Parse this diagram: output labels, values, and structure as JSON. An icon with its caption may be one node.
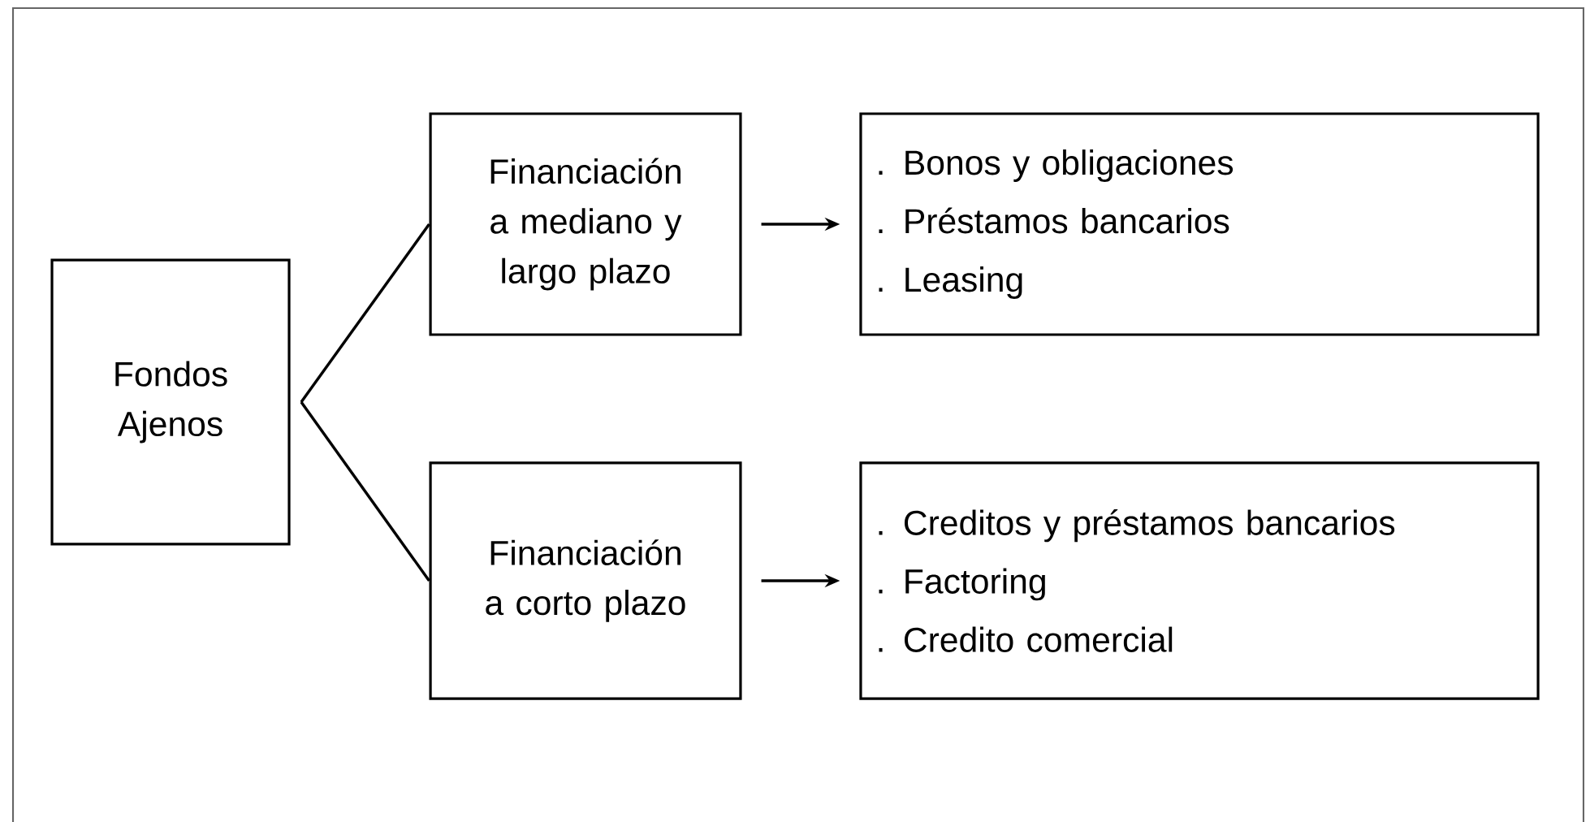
{
  "diagram": {
    "nodes": [
      {
        "text": [
          "Fondos Ajenos"
        ]
      },
      {
        "text": [
          "Financiación a mediano y largo plazo"
        ]
      },
      {
        "text": [
          ". Bonos y obligaciones",
          ". Préstamos bancarios",
          ". Leasing"
        ]
      },
      {
        "text": [
          "Financiación a corto plazo"
        ]
      },
      {
        "text": [
          ". Creditos y préstamos bancarios",
          ". Factoring",
          ". Credito comercial"
        ]
      }
    ],
    "edges": [
      {
        "from": 0,
        "to": 1,
        "arrow": "none"
      },
      {
        "from": 0,
        "to": 3,
        "arrow": "none"
      },
      {
        "from": 1,
        "to": 2,
        "arrow": "to"
      },
      {
        "from": 3,
        "to": 4,
        "arrow": "to"
      }
    ]
  }
}
